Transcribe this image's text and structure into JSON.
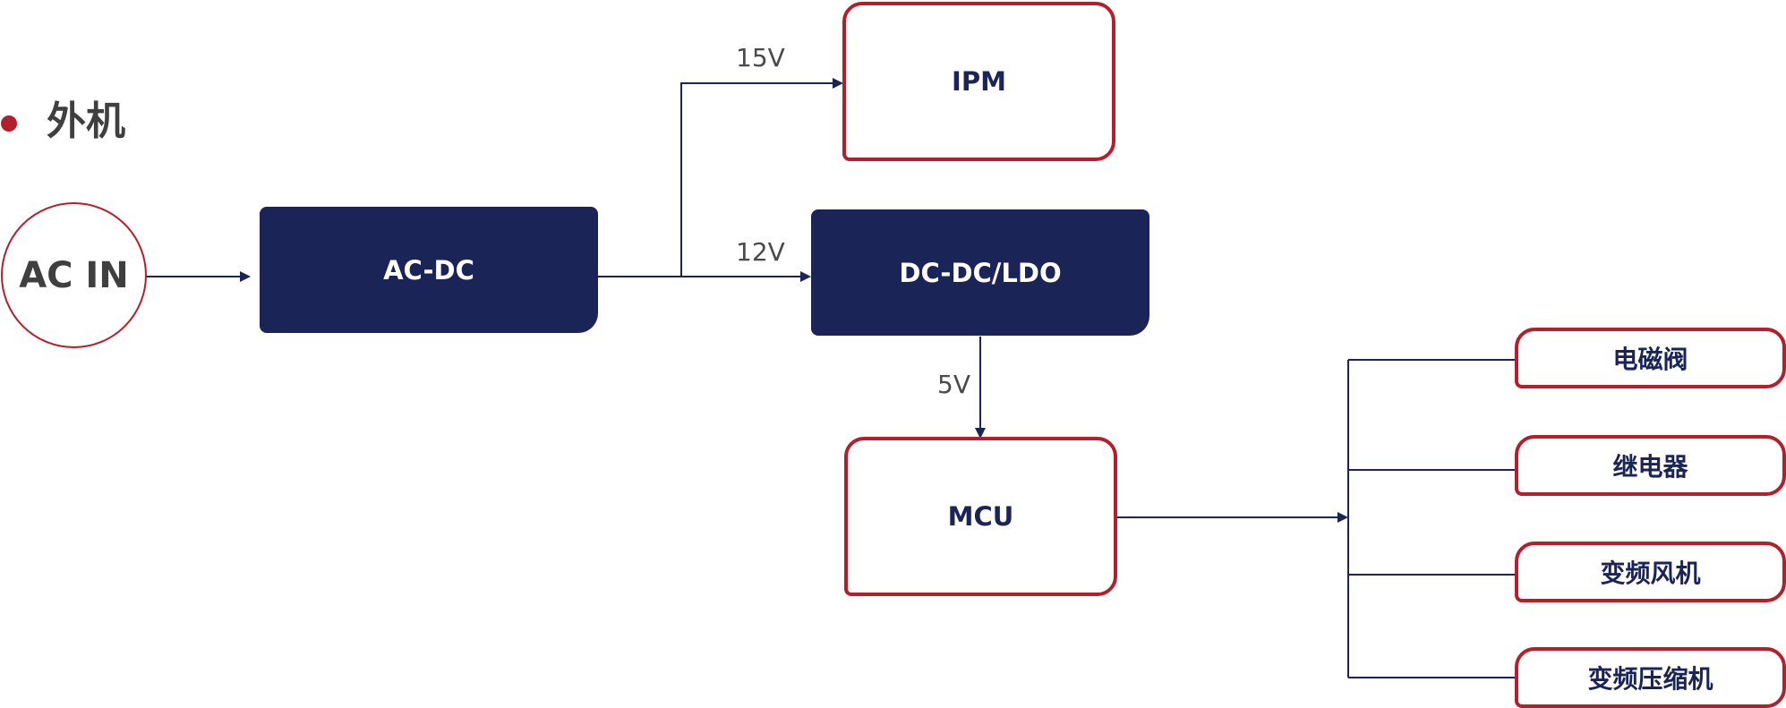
{
  "title": "外机",
  "nodes": {
    "ac_in": "AC IN",
    "ac_dc": "AC-DC",
    "ipm": "IPM",
    "dc_dc": "DC-DC/LDO",
    "mcu": "MCU",
    "solenoid_valve": "电磁阀",
    "relay": "继电器",
    "vf_fan": "变频风机",
    "vf_compressor": "变频压缩机"
  },
  "voltages": {
    "v15": "15V",
    "v12": "12V",
    "v5": "5V"
  },
  "colors": {
    "navy": "#1a2456",
    "red": "#b51f2b",
    "text_gray": "#3f3f3f"
  }
}
